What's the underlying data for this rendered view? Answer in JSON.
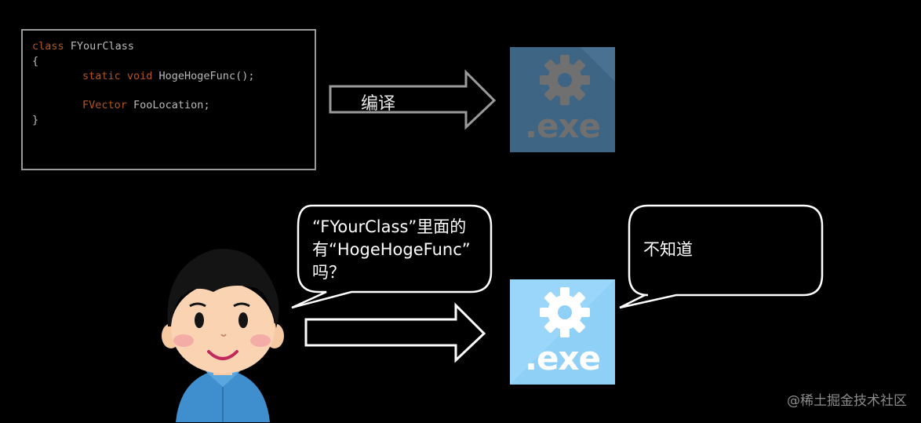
{
  "code": {
    "line1_kw": "class",
    "line1_rest": " FYourClass",
    "line2": "{",
    "line3_kw": "static void",
    "line3_rest": " HogeHogeFunc();",
    "line4_kw": "FVector",
    "line4_rest": " FooLocation;",
    "line5": "}"
  },
  "compile_label": "编译",
  "exe_label": ".exe",
  "question_bubble": {
    "line1": "“FYourClass”里面的",
    "line2": "有“HogeHogeFunc”",
    "line3": "吗？"
  },
  "answer_bubble": {
    "text": "不知道"
  },
  "watermark": "@稀土掘金技术社区",
  "colors": {
    "background": "#000000",
    "code_keyword": "#b5541f",
    "code_text": "#b9b9b9",
    "exe_dim_bg": "#3f6584",
    "exe_bright_bg": "#8fd0f7",
    "border": "#9a9a9a"
  }
}
